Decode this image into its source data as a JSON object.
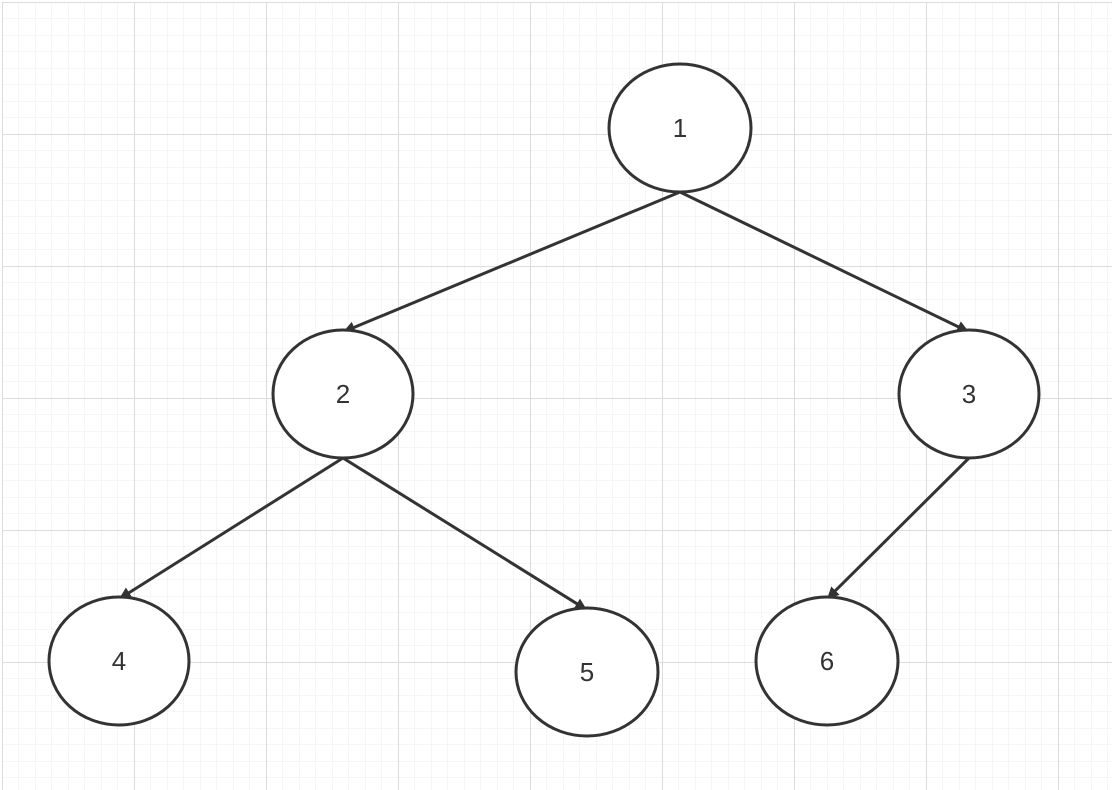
{
  "diagram": {
    "type": "binary-tree",
    "grid": true,
    "colors": {
      "background": "#ffffff",
      "grid_minor": "#ededed",
      "grid_major": "#dcdcdc",
      "stroke": "#333333",
      "node_fill": "#ffffff",
      "text": "#333333"
    },
    "nodes": [
      {
        "id": "n1",
        "label": "1"
      },
      {
        "id": "n2",
        "label": "2"
      },
      {
        "id": "n3",
        "label": "3"
      },
      {
        "id": "n4",
        "label": "4"
      },
      {
        "id": "n5",
        "label": "5"
      },
      {
        "id": "n6",
        "label": "6"
      }
    ],
    "edges": [
      {
        "from": "n1",
        "to": "n2"
      },
      {
        "from": "n1",
        "to": "n3"
      },
      {
        "from": "n2",
        "to": "n4"
      },
      {
        "from": "n2",
        "to": "n5"
      },
      {
        "from": "n3",
        "to": "n6"
      }
    ]
  }
}
